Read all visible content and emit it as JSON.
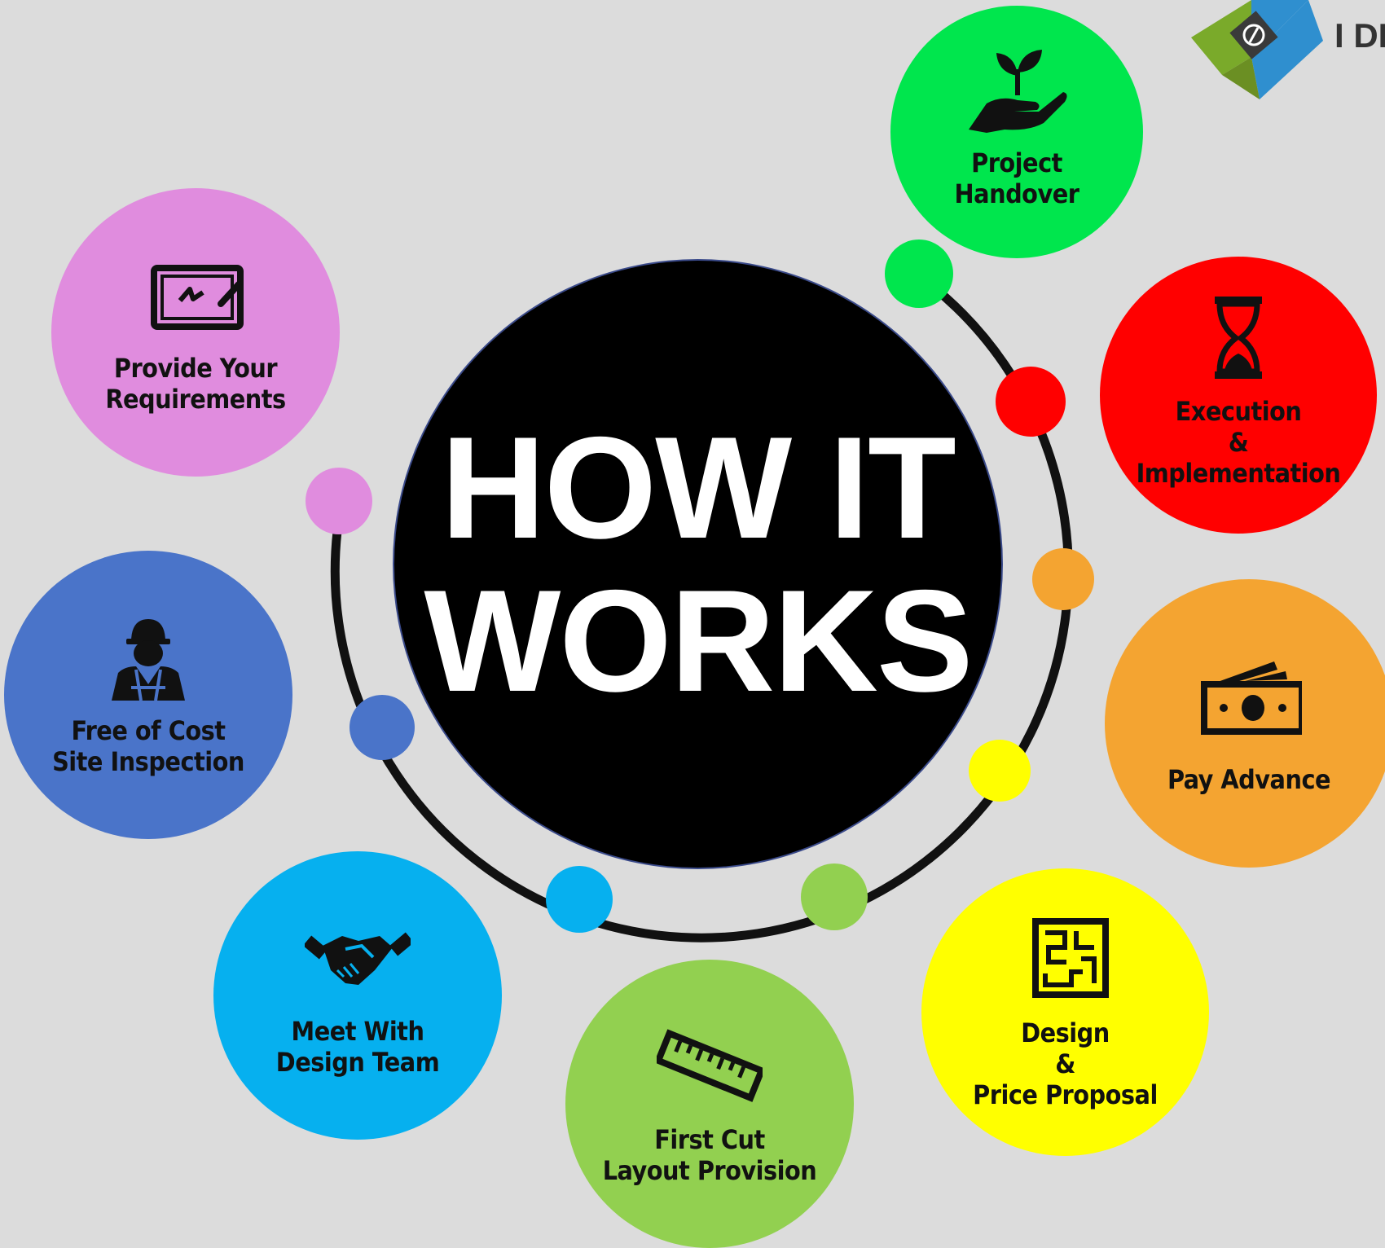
{
  "title": {
    "line1": "HOW IT",
    "line2": "WORKS"
  },
  "logo": {
    "text": "I DE"
  },
  "steps": [
    {
      "label": "Provide Your\nRequirements",
      "icon": "tablet-pen-icon",
      "color": "#e08cde"
    },
    {
      "label": "Free of Cost\nSite Inspection",
      "icon": "construction-worker-icon",
      "color": "#4a74c9"
    },
    {
      "label": "Meet With\nDesign Team",
      "icon": "handshake-icon",
      "color": "#06b0ef"
    },
    {
      "label": "First Cut\nLayout Provision",
      "icon": "ruler-icon",
      "color": "#92d050"
    },
    {
      "label": "Design\n&\nPrice Proposal",
      "icon": "maze-blueprint-icon",
      "color": "#ffff00"
    },
    {
      "label": "Pay Advance",
      "icon": "money-icon",
      "color": "#f4a431"
    },
    {
      "label": "Execution\n&\nImplementation",
      "icon": "hourglass-icon",
      "color": "#ff0000"
    },
    {
      "label": "Project\nHandover",
      "icon": "hand-plant-icon",
      "color": "#00e64d"
    }
  ],
  "colors": {
    "background": "#dcdcdc",
    "center": "#000000",
    "arc": "#111111",
    "logo_green": "#7aaa2a",
    "logo_blue": "#2f8fcf"
  }
}
